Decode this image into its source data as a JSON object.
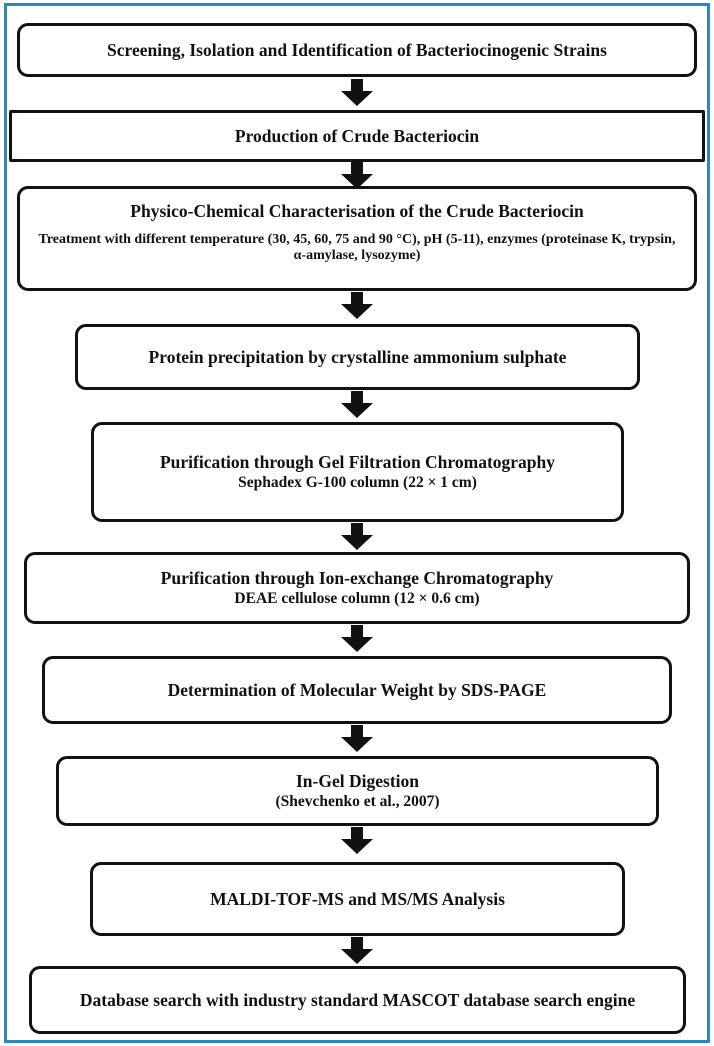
{
  "diagram": {
    "title": "Bacteriocin purification and identification workflow",
    "frame_color": "#2e86c1",
    "node_border_color": "#111111",
    "arrow_color": "#111111",
    "background": "#ffffff",
    "nodes": [
      {
        "id": "screening",
        "title": "Screening, Isolation and Identification of Bacteriocinogenic Strains",
        "subtitle": ""
      },
      {
        "id": "production",
        "title": "Production of Crude Bacteriocin",
        "subtitle": ""
      },
      {
        "id": "physico-chemical",
        "title": "Physico-Chemical Characterisation of the Crude Bacteriocin",
        "subtitle": "Treatment with different temperature (30, 45, 60, 75 and 90 °C), pH (5-11), enzymes (proteinase K, trypsin, α-amylase, lysozyme)"
      },
      {
        "id": "precipitation",
        "title": "Protein precipitation by crystalline ammonium sulphate",
        "subtitle": ""
      },
      {
        "id": "gel-filtration",
        "title": "Purification through Gel Filtration Chromatography",
        "subtitle": "Sephadex G-100 column (22 × 1 cm)"
      },
      {
        "id": "ion-exchange",
        "title": "Purification through Ion-exchange Chromatography",
        "subtitle": "DEAE cellulose column (12 × 0.6 cm)"
      },
      {
        "id": "sds-page",
        "title": "Determination of Molecular Weight by SDS-PAGE",
        "subtitle": ""
      },
      {
        "id": "in-gel-digestion",
        "title": "In-Gel Digestion",
        "subtitle": "(Shevchenko et al., 2007)"
      },
      {
        "id": "maldi",
        "title": "MALDI-TOF-MS and MS/MS Analysis",
        "subtitle": ""
      },
      {
        "id": "database-search",
        "title": "Database search with industry standard MASCOT database search engine",
        "subtitle": ""
      }
    ],
    "connectors": [
      {
        "id": "arrow-1",
        "from": "screening",
        "to": "production"
      },
      {
        "id": "arrow-2",
        "from": "production",
        "to": "physico-chemical"
      },
      {
        "id": "arrow-3",
        "from": "physico-chemical",
        "to": "precipitation"
      },
      {
        "id": "arrow-4",
        "from": "precipitation",
        "to": "gel-filtration"
      },
      {
        "id": "arrow-5",
        "from": "gel-filtration",
        "to": "ion-exchange"
      },
      {
        "id": "arrow-6",
        "from": "ion-exchange",
        "to": "sds-page"
      },
      {
        "id": "arrow-7",
        "from": "sds-page",
        "to": "in-gel-digestion"
      },
      {
        "id": "arrow-8",
        "from": "in-gel-digestion",
        "to": "maldi"
      },
      {
        "id": "arrow-9",
        "from": "maldi",
        "to": "database-search"
      }
    ]
  }
}
